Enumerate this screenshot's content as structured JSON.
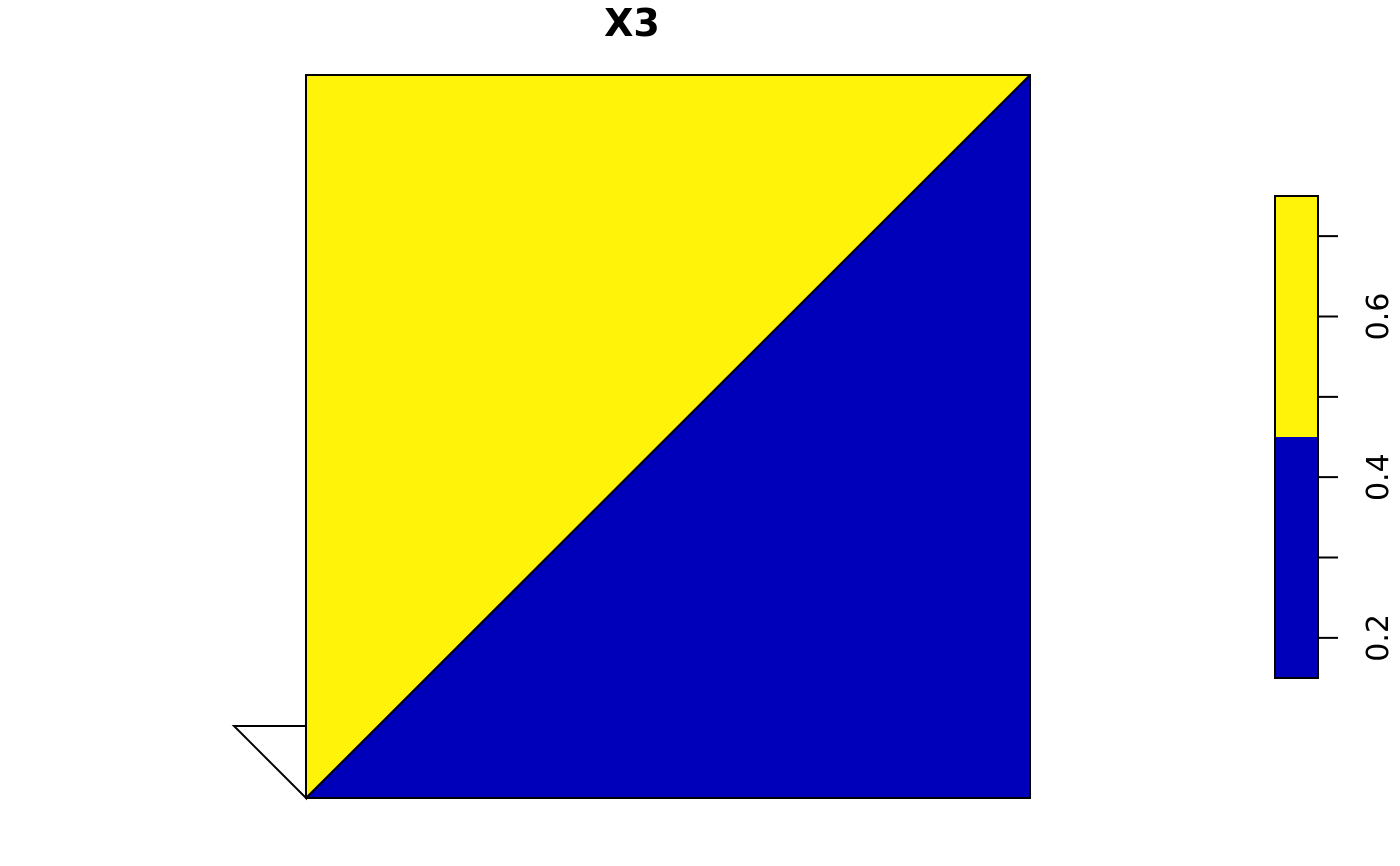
{
  "chart_data": {
    "type": "heatmap",
    "title": "X3",
    "regions": [
      {
        "name": "upper-left",
        "value": 0.75,
        "color": "#FFF30A"
      },
      {
        "name": "lower-right",
        "value": 0.15,
        "color": "#0000BB"
      }
    ],
    "legend": {
      "placement": "right",
      "range": [
        0.15,
        0.75
      ],
      "bins": [
        {
          "from": 0.15,
          "to": 0.45,
          "color": "#0000BB"
        },
        {
          "from": 0.45,
          "to": 0.75,
          "color": "#FFF30A"
        }
      ],
      "ticks": [
        0.2,
        0.3,
        0.4,
        0.5,
        0.6,
        0.7
      ],
      "tick_labels": [
        "0.2",
        "0.4",
        "0.6"
      ]
    }
  }
}
